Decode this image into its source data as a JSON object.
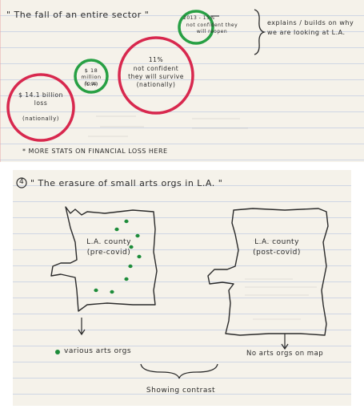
{
  "page_top": {
    "quote": "\" The fall of an entire sector \"",
    "circles": [
      {
        "id": "green-top",
        "stat": "2013 - 15%",
        "text": "not confident they will reopen"
      },
      {
        "id": "green-mid",
        "stat": "$ 18 million loss",
        "text": "(L.A)"
      },
      {
        "id": "red-mid",
        "stat": "11%",
        "text": "not confident they will survive (nationally)"
      },
      {
        "id": "red-left",
        "stat": "$ 14.1 billion loss",
        "text": "(nationally)"
      }
    ],
    "side_note": "explains / builds on why we are looking at L.A.",
    "footnote": "* MORE STATS ON FINANCIAL LOSS HERE",
    "colors": {
      "green": "#27a044",
      "red": "#d8284e"
    }
  },
  "page_bottom": {
    "number": "4",
    "heading": "\" The erasure of small arts orgs in L.A. \"",
    "map_left_label": "L.A. county (pre-covid)",
    "map_right_label": "L.A. county (post-covid)",
    "legend_left": "various arts orgs",
    "legend_right": "No arts orgs on map",
    "bracket_label": "Showing contrast",
    "dot_color": "#1d8c3a"
  }
}
